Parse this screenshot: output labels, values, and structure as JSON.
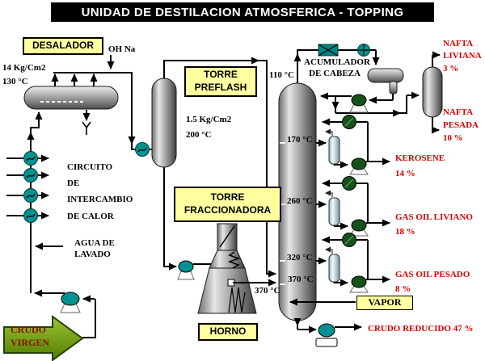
{
  "title": "UNIDAD DE DESTILACION ATMOSFERICA - TOPPING",
  "colors": {
    "line_black": "#000000",
    "label_yellow": "#ffffa0",
    "teal_equipment": "#009191",
    "dark_green_pump": "#14521a",
    "stripper_blue": "#cfe3e6",
    "vessel_gray": "#a8a8a8",
    "product_red": "#d90000",
    "crude_arrow_green": "#77a315",
    "crude_text": "#8b0e00"
  },
  "labels": {
    "desalador": "DESALADOR",
    "preflash": [
      "TORRE",
      "PREFLASH"
    ],
    "fraccionadora": [
      "TORRE",
      "FRACCIONADORA"
    ],
    "horno": "HORNO",
    "vapor": "VAPOR",
    "acumulador": [
      "ACUMULADOR",
      "DE  CABEZA"
    ]
  },
  "annotations": {
    "oh_na": "OH Na",
    "desalter_pressure": "14 Kg/Cm2",
    "desalter_temp": "130 °C",
    "preflash_pressure": "1.5 Kg/Cm2",
    "preflash_temp": "200 °C",
    "column_top_temp": "110 °C",
    "kerosene_draw_temp": "170 °C",
    "gasoil_liviano_draw_temp": "260 °C",
    "gasoil_pesado_draw_temp": "320 °C",
    "column_bottom_temp": "370 °C",
    "furnace_outlet_temp": "370 °C",
    "heat_exchange_circuit": [
      "CIRCUITO",
      "DE",
      "INTERCAMBIO",
      "DE CALOR"
    ],
    "wash_water": [
      "AGUA DE",
      "LAVADO"
    ],
    "crude_feed": [
      "CRUDO",
      "VIRGEN"
    ]
  },
  "products": {
    "nafta_liviana": {
      "line1": "NAFTA",
      "line2": "LIVIANA",
      "pct": "3 %"
    },
    "nafta_pesada": {
      "line1": "NAFTA",
      "line2": "PESADA",
      "pct": "10 %"
    },
    "kerosene": {
      "name": "KEROSENE",
      "pct": "14 %"
    },
    "gas_oil_liviano": {
      "name": "GAS OIL LIVIANO",
      "pct": "18 %"
    },
    "gas_oil_pesado": {
      "name": "GAS OIL PESADO",
      "pct": "8 %"
    },
    "crudo_reducido": {
      "name": "CRUDO REDUCIDO 47 %"
    }
  }
}
